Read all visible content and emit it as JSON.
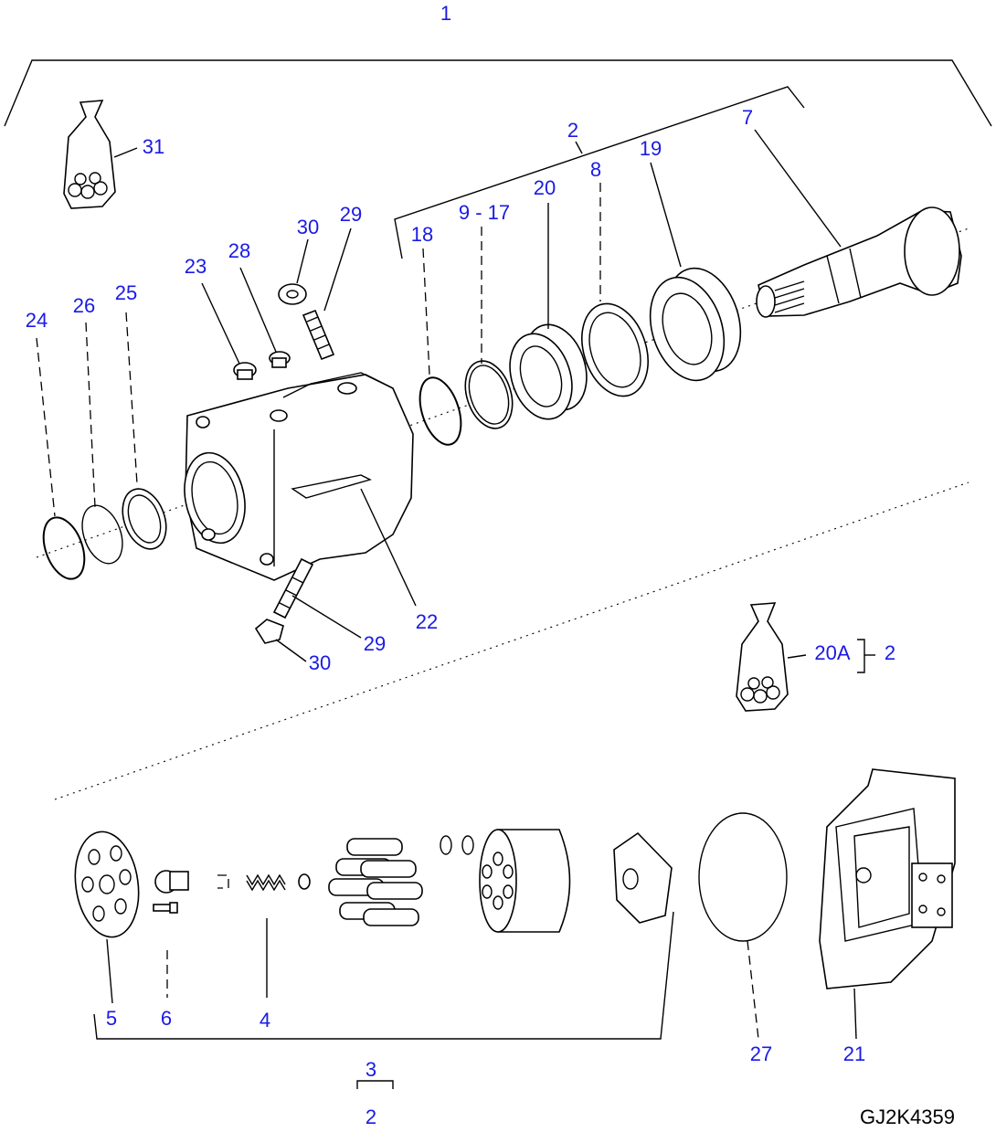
{
  "colors": {
    "callout": "#1a1ae6",
    "line": "#000000",
    "background": "#ffffff"
  },
  "callouts": {
    "c1": "1",
    "c2_top": "2",
    "c7": "7",
    "c19": "19",
    "c8": "8",
    "c20": "20",
    "c9_17": "9 - 17",
    "c18": "18",
    "c30_top": "30",
    "c29_top": "29",
    "c28": "28",
    "c23": "23",
    "c26": "26",
    "c25": "25",
    "c24": "24",
    "c31": "31",
    "c22": "22",
    "c29_bottom": "29",
    "c30_bottom": "30",
    "c20a": "20A",
    "c2_right": "2",
    "c5": "5",
    "c6": "6",
    "c4": "4",
    "c27": "27",
    "c21": "21",
    "c3": "3",
    "c2_bottom": "2"
  },
  "drawing_code": "GJ2K4359"
}
